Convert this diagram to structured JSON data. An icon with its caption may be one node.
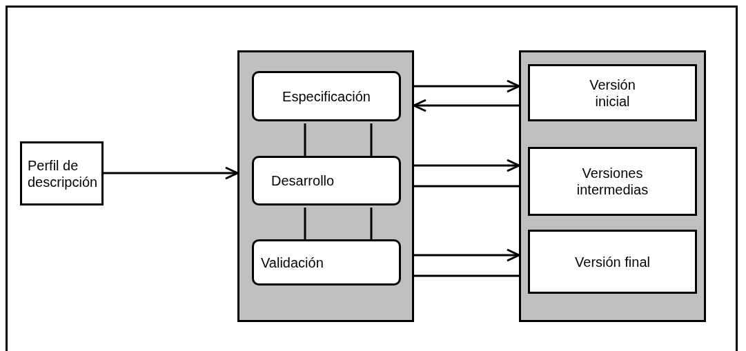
{
  "diagram": {
    "nodes": [
      {
        "text": [
          "Perfil de descripción"
        ]
      },
      {
        "text": [],
        "shape": "box"
      },
      {
        "text": [
          "Especificación"
        ],
        "in": 1
      },
      {
        "text": [
          "Desarrollo"
        ],
        "in": 1
      },
      {
        "text": [
          "Validación"
        ],
        "in": 1
      },
      {
        "text": [],
        "shape": "box"
      },
      {
        "text": [
          "Versión inicial"
        ],
        "in": 5
      },
      {
        "text": [
          "Versiones intermedias"
        ],
        "in": 5
      },
      {
        "text": [
          "Versión final"
        ],
        "in": 5
      }
    ],
    "edges": [
      {
        "from": 0,
        "to": 1,
        "arrow": "to"
      },
      {
        "from": 2,
        "to": 3,
        "arrow": "none"
      },
      {
        "from": 2,
        "to": 3,
        "arrow": "none"
      },
      {
        "from": 3,
        "to": 4,
        "arrow": "none"
      },
      {
        "from": 3,
        "to": 4,
        "arrow": "none"
      },
      {
        "from": 1,
        "to": 5,
        "arrow": "to"
      },
      {
        "from": 5,
        "to": 1,
        "arrow": "to"
      },
      {
        "from": 1,
        "to": 5,
        "arrow": "to"
      },
      {
        "from": 1,
        "to": 5,
        "arrow": "none"
      },
      {
        "from": 1,
        "to": 5,
        "arrow": "to"
      },
      {
        "from": 1,
        "to": 5,
        "arrow": "none"
      }
    ]
  }
}
